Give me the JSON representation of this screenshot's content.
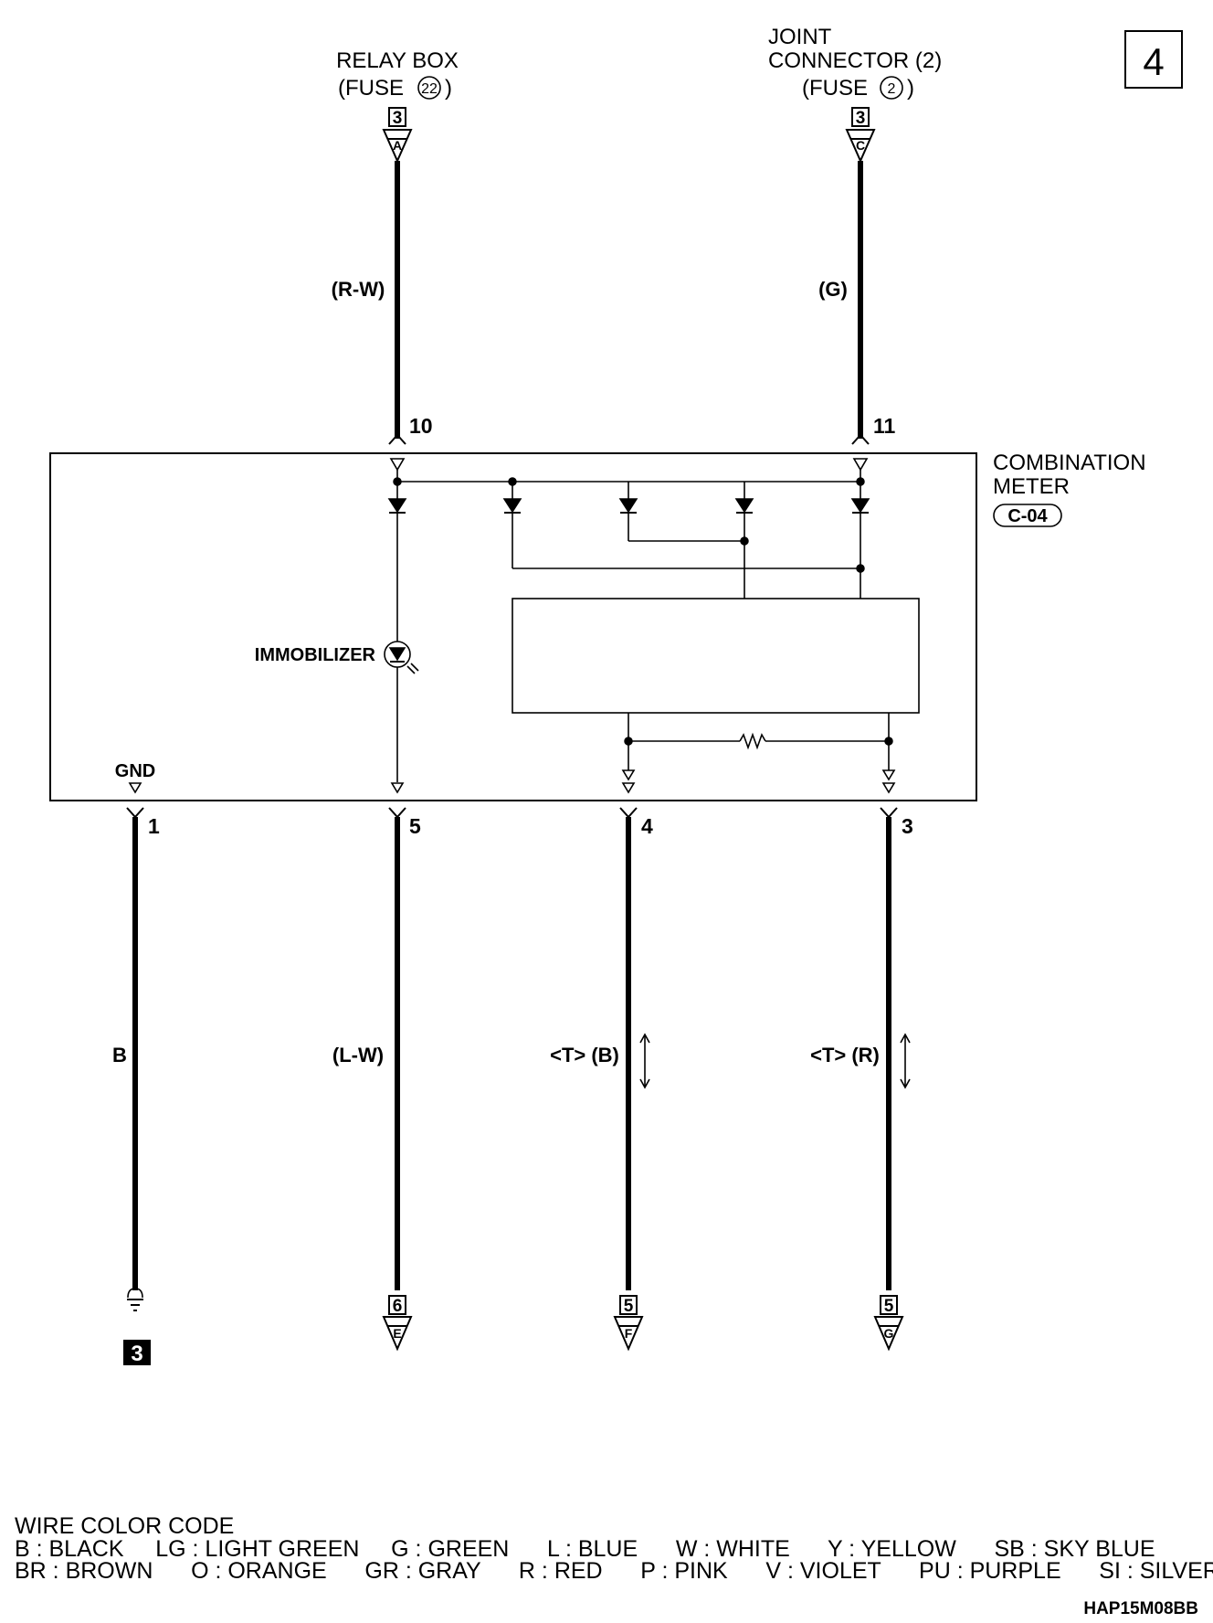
{
  "page_number": "4",
  "top_connectors": {
    "relay_box": {
      "line1": "RELAY BOX",
      "line2": "(FUSE",
      "fuse_no": "22",
      "close": ")",
      "box": "3",
      "letter": "A",
      "wire": "(R-W)",
      "pin": "10"
    },
    "joint_connector": {
      "line1": "JOINT",
      "line2": "CONNECTOR (2)",
      "line3": "(FUSE",
      "fuse_no": "2",
      "close": ")",
      "box": "3",
      "letter": "C",
      "wire": "(G)",
      "pin": "11"
    }
  },
  "combination_meter": {
    "label_line1": "COMBINATION",
    "label_line2": "METER",
    "connector_id": "C-04",
    "indicator": "IMMOBILIZER",
    "gnd_label": "GND"
  },
  "bottom_wires": [
    {
      "pin": "1",
      "wire": "B",
      "ground_box": "3"
    },
    {
      "pin": "5",
      "wire": "(L-W)",
      "box": "6",
      "letter": "E"
    },
    {
      "pin": "4",
      "wire": "<T> (B)",
      "box": "5",
      "letter": "F"
    },
    {
      "pin": "3",
      "wire": "<T> (R)",
      "box": "5",
      "letter": "G"
    }
  ],
  "legend": {
    "title": "WIRE COLOR CODE",
    "line1": "B : BLACK     LG : LIGHT GREEN     G : GREEN      L : BLUE      W : WHITE      Y : YELLOW      SB : SKY BLUE",
    "line2": "BR : BROWN      O : ORANGE      GR : GRAY      R : RED      P : PINK      V : VIOLET      PU : PURPLE      SI : SILVER"
  },
  "figure_code": "HAP15M08BB"
}
